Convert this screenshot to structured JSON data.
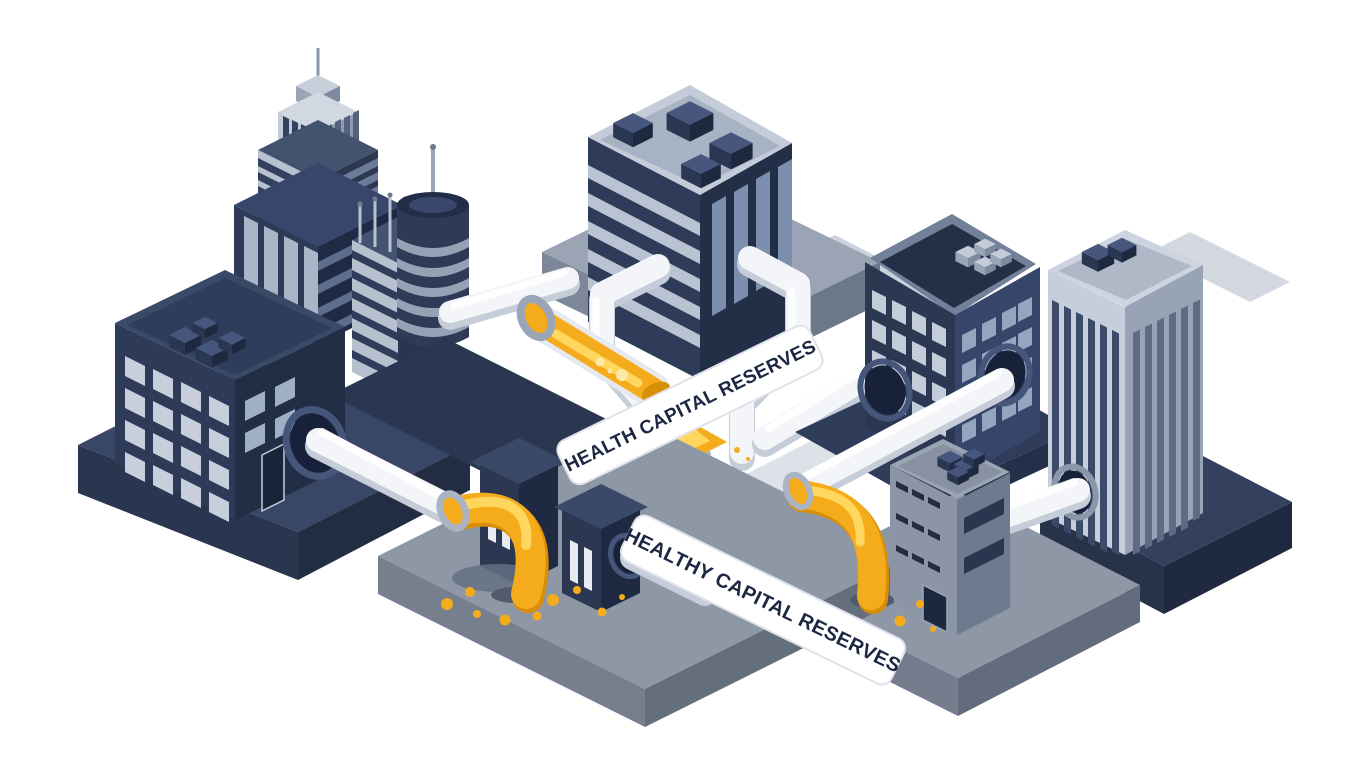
{
  "scene": {
    "description": "Isometric illustration of dark navy city buildings on platforms connected by white pipes; golden liquid flows through an open channel and drains away through elbow pipes that splash onto gray platforms"
  },
  "banners": {
    "top": {
      "text": "HEALTH CAPITAL RESERVES"
    },
    "bottom": {
      "text": "HEALTHY CAPITAL RESERVES"
    }
  },
  "palette": {
    "background": "#ffffff",
    "navy": "#2e3b58",
    "navy_dark": "#222d46",
    "navy_deep": "#18213a",
    "navy_mid": "#3a4968",
    "slate_blue": "#36456a",
    "platform_top": "#8e97a5",
    "platform_side": "#6e7a8e",
    "light_face": "#c6cedb",
    "window_light": "#c6cfdb",
    "pipe_white": "#f3f5f9",
    "pipe_shadow": "#c5cdd9",
    "ring_gray": "#aab4c4",
    "gold": "#f5ac1c",
    "gold_light": "#ffd75e",
    "gold_deep": "#d98e07",
    "banner_bg": "#ffffff",
    "banner_border": "#dfe3e9",
    "banner_text": "#1c2742"
  }
}
